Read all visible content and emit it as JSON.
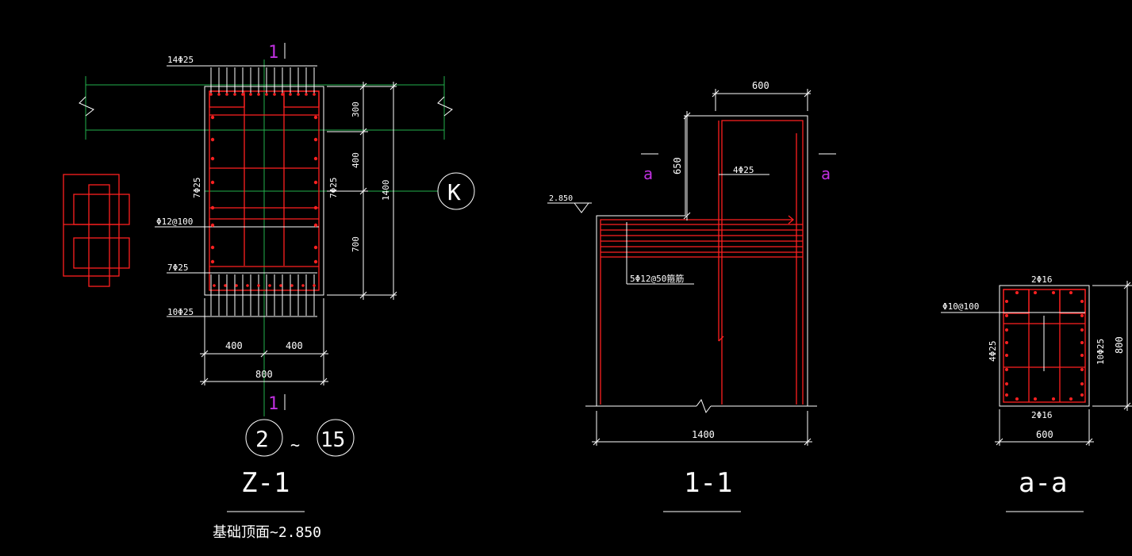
{
  "colors": {
    "background": "#000000",
    "line": "#ffffff",
    "rebar": "#ff2020",
    "grid": "#22b14c",
    "section_mark": "#c030e0"
  },
  "z1": {
    "title": "Z-1",
    "subtitle": "基础顶面~2.850",
    "section_mark": "1",
    "top_bars": "14Φ25",
    "bottom_bars_inner": "7Φ25",
    "bottom_bars": "10Φ25",
    "side_bars_left": "7Φ25",
    "side_bars_right": "7Φ25",
    "stirrup": "Φ12@100",
    "dims_vertical": [
      "300",
      "400",
      "700",
      "1400"
    ],
    "dims_horizontal": [
      "400",
      "400",
      "800"
    ],
    "axis_k": "K",
    "axis_from": "2",
    "axis_tilde": "~",
    "axis_to": "15"
  },
  "s11": {
    "title": "1-1",
    "dim_top": "600",
    "dim_650": "650",
    "dim_bottom": "1400",
    "section_mark": "a",
    "level": "2.850",
    "bar_label": "4Φ25",
    "hoop_label": "5Φ12@50箍筋"
  },
  "saa": {
    "title": "a-a",
    "top_bars": "2Φ16",
    "bottom_bars": "2Φ16",
    "left_bars": "4Φ25",
    "right_bars": "10Φ25",
    "stirrup": "Φ10@100",
    "dim_width": "600",
    "dim_height": "800"
  }
}
